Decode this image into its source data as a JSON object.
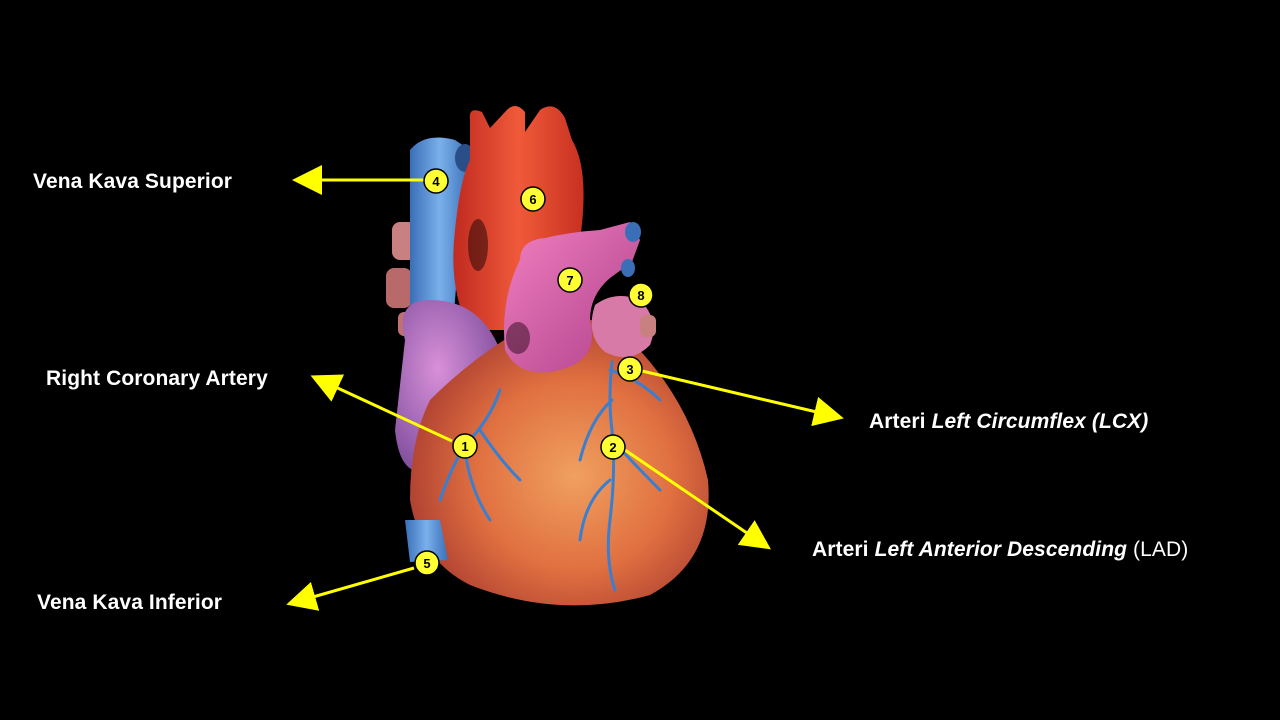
{
  "labels": {
    "vena_kava_superior": "Vena Kava Superior",
    "right_coronary_artery": "Right Coronary Artery",
    "vena_kava_inferior": "Vena Kava Inferior",
    "lcx_prefix": "Arteri ",
    "lcx_italic": "Left Circumflex (LCX)",
    "lad_prefix": "Arteri ",
    "lad_italic": "Left Anterior Descending",
    "lad_suffix": " (LAD)"
  },
  "markers": [
    "1",
    "2",
    "3",
    "4",
    "5",
    "6",
    "7",
    "8"
  ],
  "colors": {
    "background": "#000000",
    "arrow": "#ffff00",
    "marker_fill": "#ffff33",
    "vena_cava": "#5b9bd8",
    "aorta": "#e0402a",
    "pulmonary": "#d45aa8",
    "ventricle": "#e0784a",
    "coronary_vessel": "#3a7fcf"
  }
}
